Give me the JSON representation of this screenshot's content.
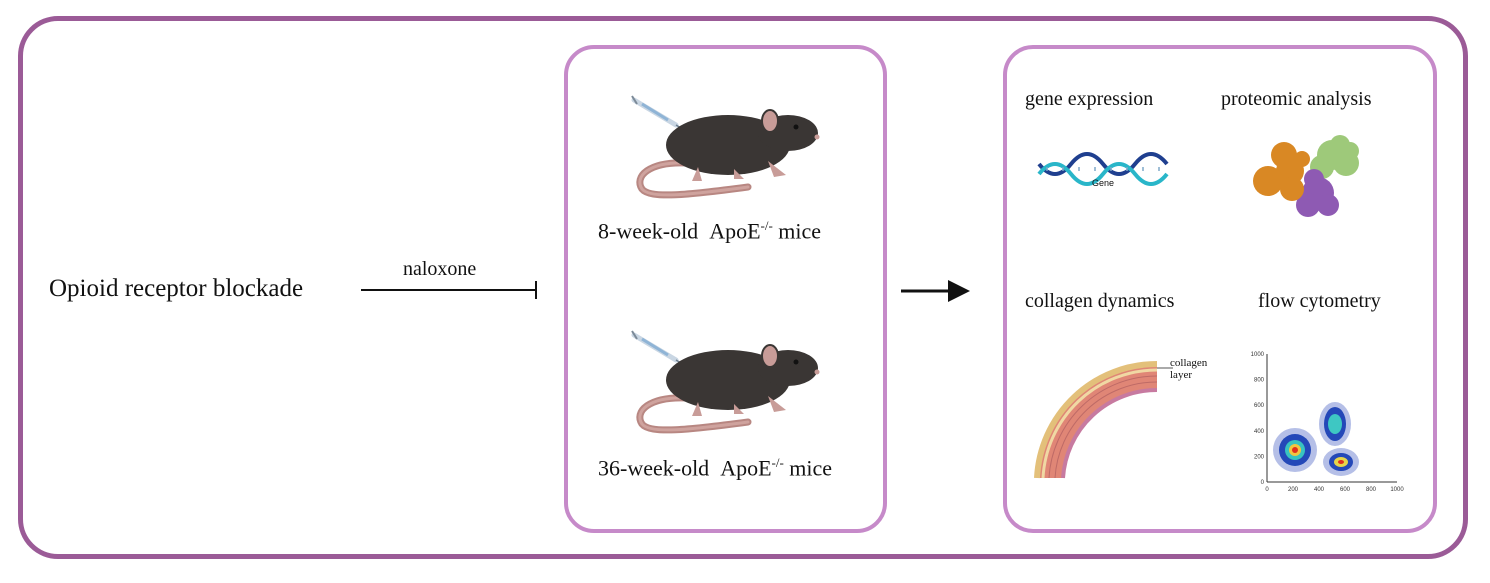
{
  "intervention": {
    "title": "Opioid receptor blockade",
    "drug": "naloxone"
  },
  "mice": [
    {
      "age": "8-week-old",
      "strain": "ApoE",
      "genotype_sup": "-/-",
      "suffix": "mice"
    },
    {
      "age": "36-week-old",
      "strain": "ApoE",
      "genotype_sup": "-/-",
      "suffix": "mice"
    }
  ],
  "assays": {
    "gene_expression": "gene expression",
    "gene_label": "Gene",
    "proteomic": "proteomic analysis",
    "collagen": "collagen dynamics",
    "collagen_callout": [
      "collagen",
      "layer"
    ],
    "flow": "flow cytometry",
    "flow_x_ticks": [
      "0",
      "200",
      "400",
      "600",
      "800",
      "1000"
    ],
    "flow_y_ticks": [
      "0",
      "200",
      "400",
      "600",
      "800",
      "1000"
    ]
  },
  "colors": {
    "outer_border": "#9b5b97",
    "panel_border": "#c68ac9",
    "mouse_body": "#3a3634",
    "mouse_tail": "#b88782",
    "dna_dark": "#1f3f8f",
    "dna_light": "#29b6c9"
  }
}
